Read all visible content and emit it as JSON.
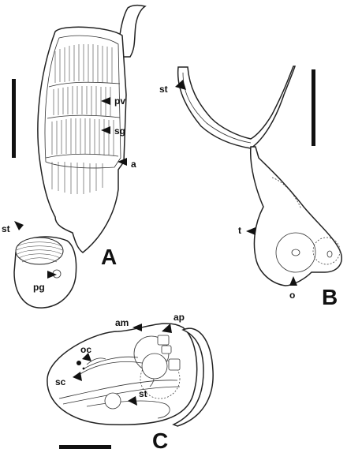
{
  "panels": {
    "a": "A",
    "b": "B",
    "c": "C"
  },
  "labels": {
    "pv": "pv",
    "sg": "sg",
    "a": "a",
    "st_a": "st",
    "pg": "pg",
    "st_b": "st",
    "t": "t",
    "o": "o",
    "am": "am",
    "ap": "ap",
    "oc": "oc",
    "sc": "sc",
    "st_c": "st"
  },
  "colors": {
    "stroke": "#222222",
    "fill": "#ffffff",
    "text": "#111111"
  }
}
